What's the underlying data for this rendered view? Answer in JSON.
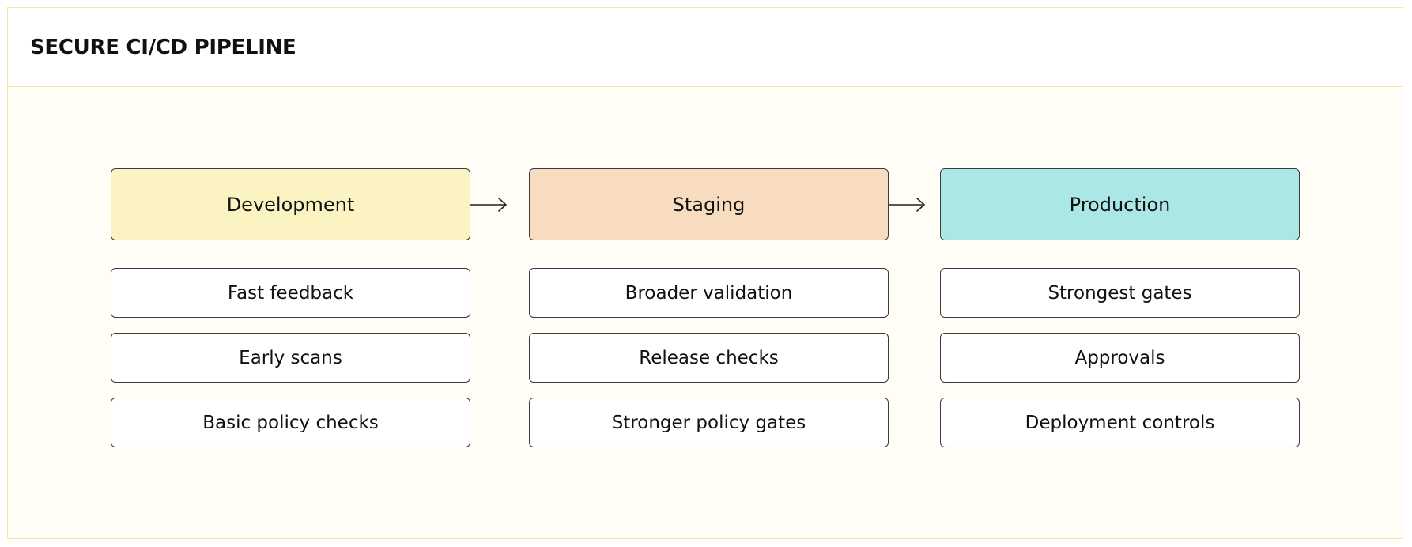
{
  "title": "SECURE CI/CD PIPELINE",
  "colors": {
    "frame_border": "#f1e7a4",
    "canvas_background": "#fffdf6",
    "development": "#fbf3c1",
    "staging": "#f7dcbf",
    "production": "#abe8e5",
    "box_border": "#3b3b3b"
  },
  "stages": [
    {
      "label": "Development",
      "items": [
        "Fast feedback",
        "Early scans",
        "Basic policy checks"
      ]
    },
    {
      "label": "Staging",
      "items": [
        "Broader validation",
        "Release checks",
        "Stronger policy gates"
      ]
    },
    {
      "label": "Production",
      "items": [
        "Strongest gates",
        "Approvals",
        "Deployment controls"
      ]
    }
  ],
  "arrow_icon": "arrow-right-icon"
}
